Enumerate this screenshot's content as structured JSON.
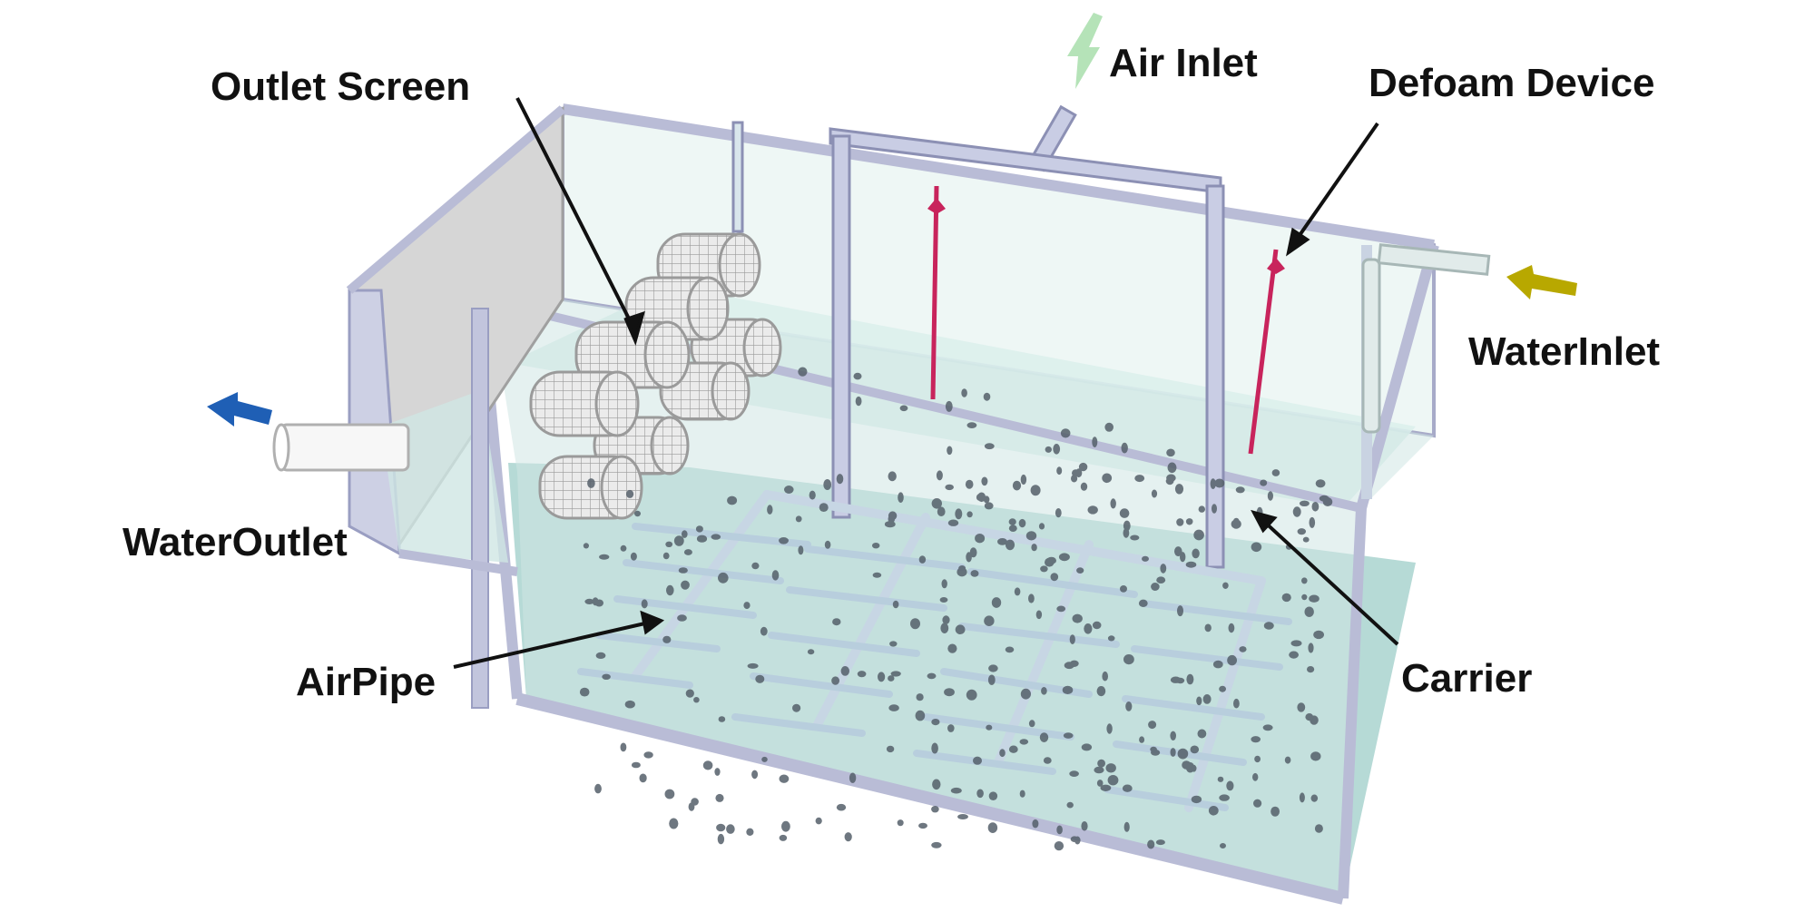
{
  "labels": {
    "outlet_screen": "Outlet Screen",
    "air_inlet": "Air Inlet",
    "defoam_device": "Defoam Device",
    "water_inlet": "WaterInlet",
    "water_outlet": "WaterOutlet",
    "air_pipe": "AirPipe",
    "carrier": "Carrier"
  },
  "colors": {
    "water": "#cfe6e4",
    "water_deep": "#a9d3cf",
    "tank_frame": "#b9bcd6",
    "tank_frame_dark": "#8c90b4",
    "screen": "#d8d8d8",
    "defoam": "#c8245c",
    "carrier": "#55606a",
    "water_outlet_arrow": "#1f5fb5",
    "water_inlet_arrow": "#b8a800",
    "air_inlet_arrow": "#b5e3b8",
    "leader_line": "#111111"
  },
  "icons": {
    "outlet_arrow": "arrow-left-icon",
    "inlet_arrow": "arrow-left-icon",
    "air_arrow": "arrow-down-icon"
  }
}
